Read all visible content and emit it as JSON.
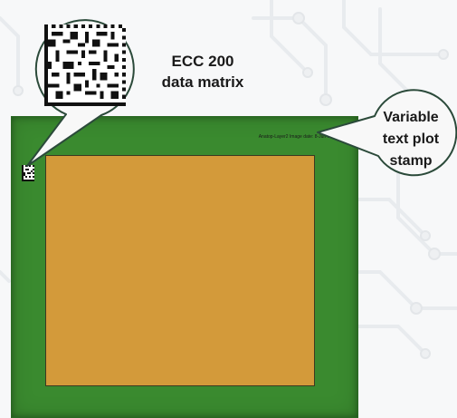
{
  "callouts": {
    "ecc_label_line1": "ECC 200",
    "ecc_label_line2": "data matrix",
    "stamp_label_line1": "Variable",
    "stamp_label_line2": "text plot",
    "stamp_label_line3": "stamp"
  },
  "board": {
    "stamp_text": "Anatop-Layer2 Image date: 8-Jun-2015"
  },
  "colors": {
    "board_green": "#3a8a2f",
    "copper": "#d39a3a",
    "callout_fill": "#f8f8f8",
    "callout_stroke": "#2b4a3a"
  },
  "icons": {
    "big_matrix": "data-matrix-icon",
    "small_matrix": "data-matrix-icon"
  }
}
